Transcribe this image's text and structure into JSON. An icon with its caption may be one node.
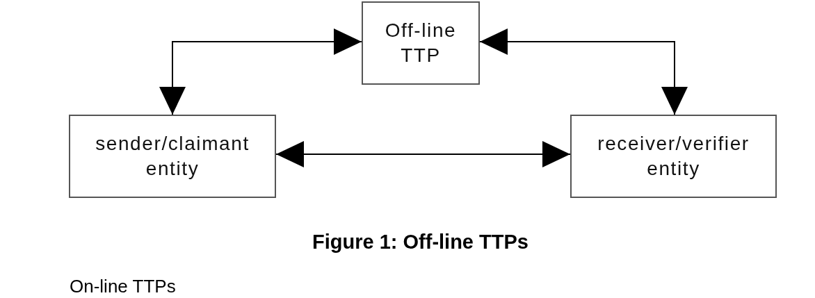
{
  "diagram": {
    "caption": "Figure 1: Off-line TTPs",
    "nodes": [
      {
        "text": [
          "Off-line TTP"
        ]
      },
      {
        "text": [
          "sender/claimant entity"
        ]
      },
      {
        "text": [
          "receiver/verifier entity"
        ]
      }
    ],
    "edges": [
      {
        "from": 1,
        "to": 0,
        "arrow": "both"
      },
      {
        "from": 0,
        "to": 2,
        "arrow": "both"
      },
      {
        "from": 1,
        "to": 2,
        "arrow": "both"
      }
    ],
    "labels": [
      "On-line TTPs"
    ]
  }
}
